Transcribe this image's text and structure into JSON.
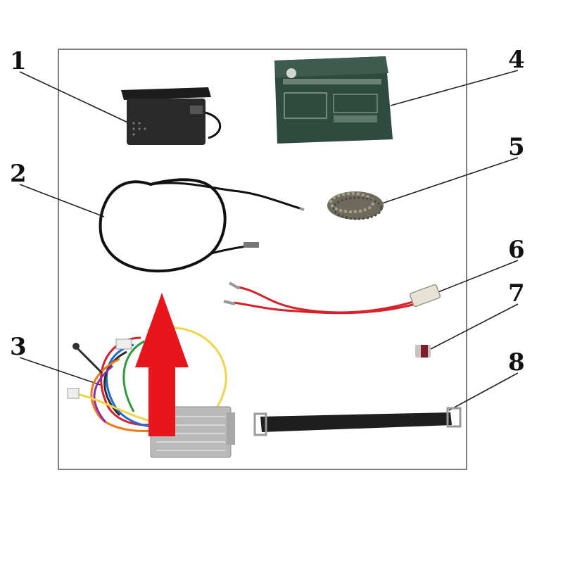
{
  "callouts": [
    {
      "number": "1",
      "icon": "remote-receiver"
    },
    {
      "number": "2",
      "icon": "brake-cable"
    },
    {
      "number": "3",
      "icon": "motor-controller"
    },
    {
      "number": "4",
      "icon": "battery"
    },
    {
      "number": "5",
      "icon": "chain"
    },
    {
      "number": "6",
      "icon": "wiring-harness"
    },
    {
      "number": "7",
      "icon": "fuse"
    },
    {
      "number": "8",
      "icon": "battery-strap"
    }
  ],
  "colors": {
    "frame": "#555555",
    "leader": "#222222",
    "arrow": "#e8161c",
    "battery": "#2f4a3f",
    "wire_red": "#d8202a",
    "strap": "#1e1e1e",
    "controller": "#b9b9b9"
  }
}
